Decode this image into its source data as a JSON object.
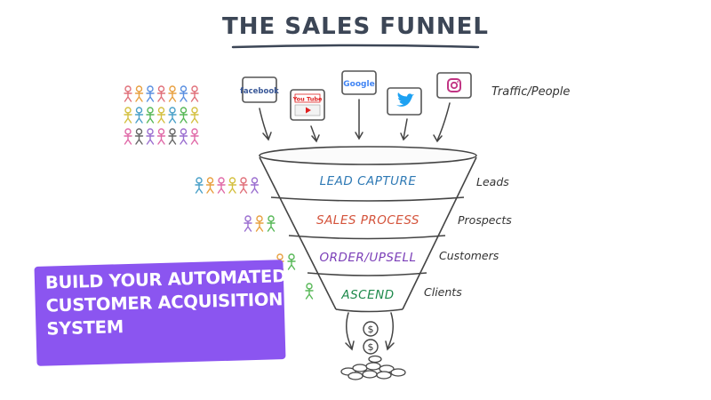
{
  "title": "THE SALES FUNNEL",
  "traffic_label": "Traffic/People",
  "sources": [
    {
      "name": "Facebook",
      "label": "facebook",
      "color": "#3b5998"
    },
    {
      "name": "YouTube",
      "label": "You Tube",
      "color": "#e02020"
    },
    {
      "name": "Google",
      "label": "Google",
      "color": "#4285f4"
    },
    {
      "name": "Twitter",
      "label": "twitter-bird",
      "color": "#1da1f2"
    },
    {
      "name": "Instagram",
      "label": "instagram-camera",
      "color": "#c13584"
    }
  ],
  "stages": [
    {
      "label": "LEAD CAPTURE",
      "side": "Leads",
      "color": "#2f7ab5"
    },
    {
      "label": "SALES PROCESS",
      "side": "Prospects",
      "color": "#d4533b"
    },
    {
      "label": "ORDER/UPSELL",
      "side": "Customers",
      "color": "#7b3fb8"
    },
    {
      "label": "ASCEND",
      "side": "Clients",
      "color": "#1f8a4c"
    }
  ],
  "coin_symbol": "$",
  "banner": {
    "lines": [
      "BUILD YOUR AUTOMATED",
      "CUSTOMER ACQUISITION",
      "SYSTEM"
    ],
    "color": "#8b55f0"
  },
  "people_colors": [
    "#e0707a",
    "#4aa0c8",
    "#9b6fd0",
    "#e8a040",
    "#58b858",
    "#e06aa8",
    "#5a8fe0",
    "#d4c040",
    "#666666"
  ]
}
